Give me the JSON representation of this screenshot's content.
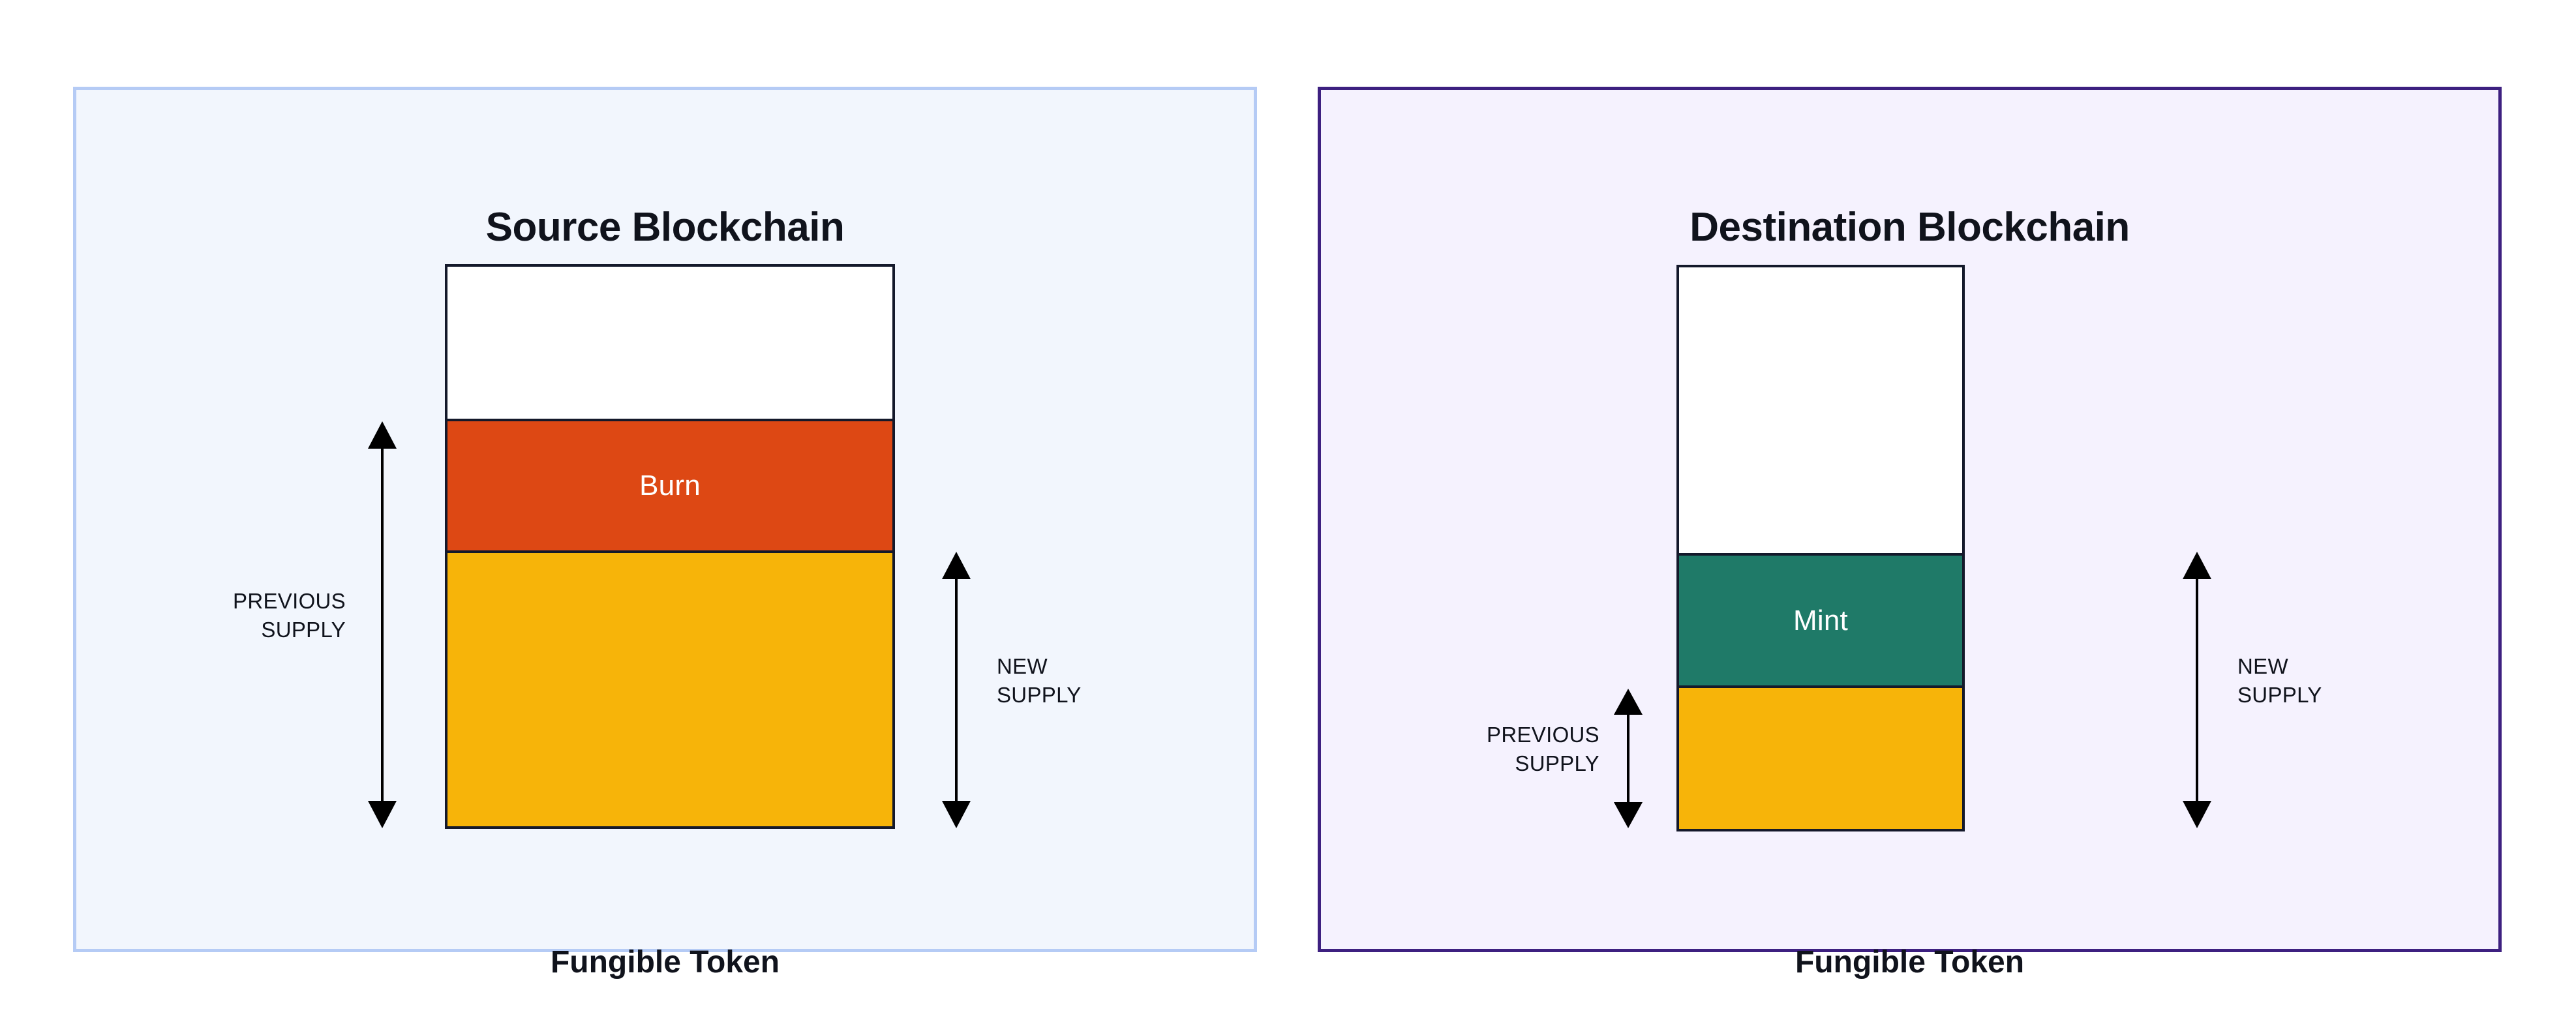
{
  "diagram": {
    "title_hidden": "",
    "panels": [
      {
        "id": "source",
        "title": "Source Blockchain",
        "footer": "Fungible Token",
        "border_color": "#b5cbf5",
        "background_color": "#f2f6fd",
        "segments": [
          {
            "name": "headroom",
            "label": "",
            "color": "#ffffff"
          },
          {
            "name": "burn",
            "label": "Burn",
            "color": "#dd4814"
          },
          {
            "name": "remaining-supply",
            "label": "",
            "color": "#f7b409"
          }
        ],
        "measures": [
          {
            "name": "previous-supply",
            "label": "PREVIOUS\nSUPPLY",
            "spans": "burn + remaining-supply",
            "side": "left"
          },
          {
            "name": "new-supply",
            "label": "NEW\nSUPPLY",
            "spans": "remaining-supply",
            "side": "right"
          }
        ]
      },
      {
        "id": "destination",
        "title": "Destination Blockchain",
        "footer": "Fungible Token",
        "border_color": "#3d2080",
        "background_color": "#f5f2fe",
        "segments": [
          {
            "name": "headroom",
            "label": "",
            "color": "#ffffff"
          },
          {
            "name": "mint",
            "label": "Mint",
            "color": "#1f7a68"
          },
          {
            "name": "existing-supply",
            "label": "",
            "color": "#f7b409"
          }
        ],
        "measures": [
          {
            "name": "previous-supply",
            "label": "PREVIOUS\nSUPPLY",
            "spans": "existing-supply",
            "side": "left"
          },
          {
            "name": "new-supply",
            "label": "NEW\nSUPPLY",
            "spans": "mint + existing-supply",
            "side": "right"
          }
        ]
      }
    ],
    "colors": {
      "burn": "#dd4814",
      "mint": "#1f7a68",
      "supply": "#f7b409",
      "outline": "#14192b",
      "text": "#10131c"
    }
  }
}
